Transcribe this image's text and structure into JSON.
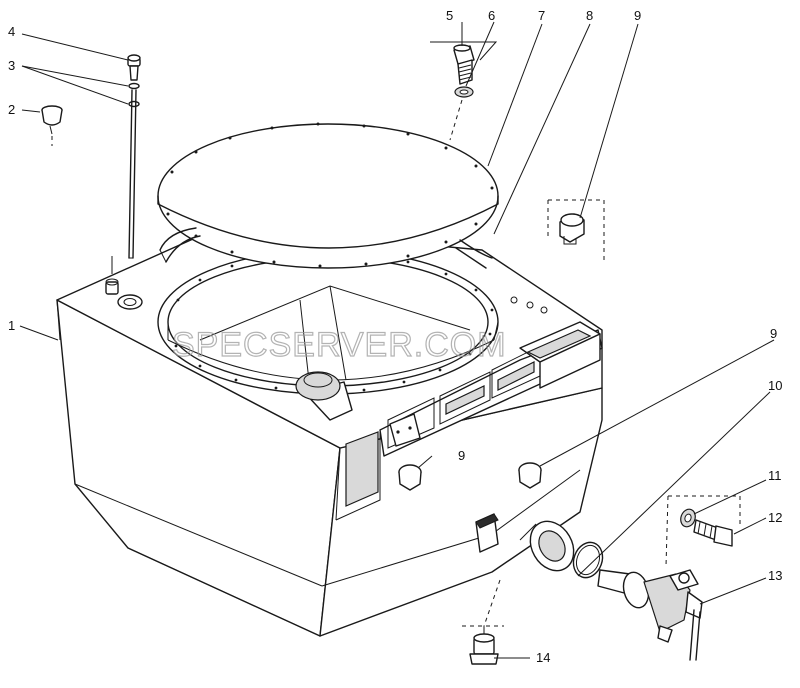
{
  "watermark": "SPECSERVER.COM",
  "callouts": {
    "c1": "1",
    "c2": "2",
    "c3": "3",
    "c4": "4",
    "c5": "5",
    "c6": "6",
    "c7": "7",
    "c8": "8",
    "c9a": "9",
    "c9b": "9",
    "c9c": "9",
    "c10": "10",
    "c11": "11",
    "c12": "12",
    "c13": "13",
    "c14": "14"
  },
  "colors": {
    "line": "#1a1a1a",
    "background": "#ffffff",
    "watermark": "#9a9a9a"
  }
}
